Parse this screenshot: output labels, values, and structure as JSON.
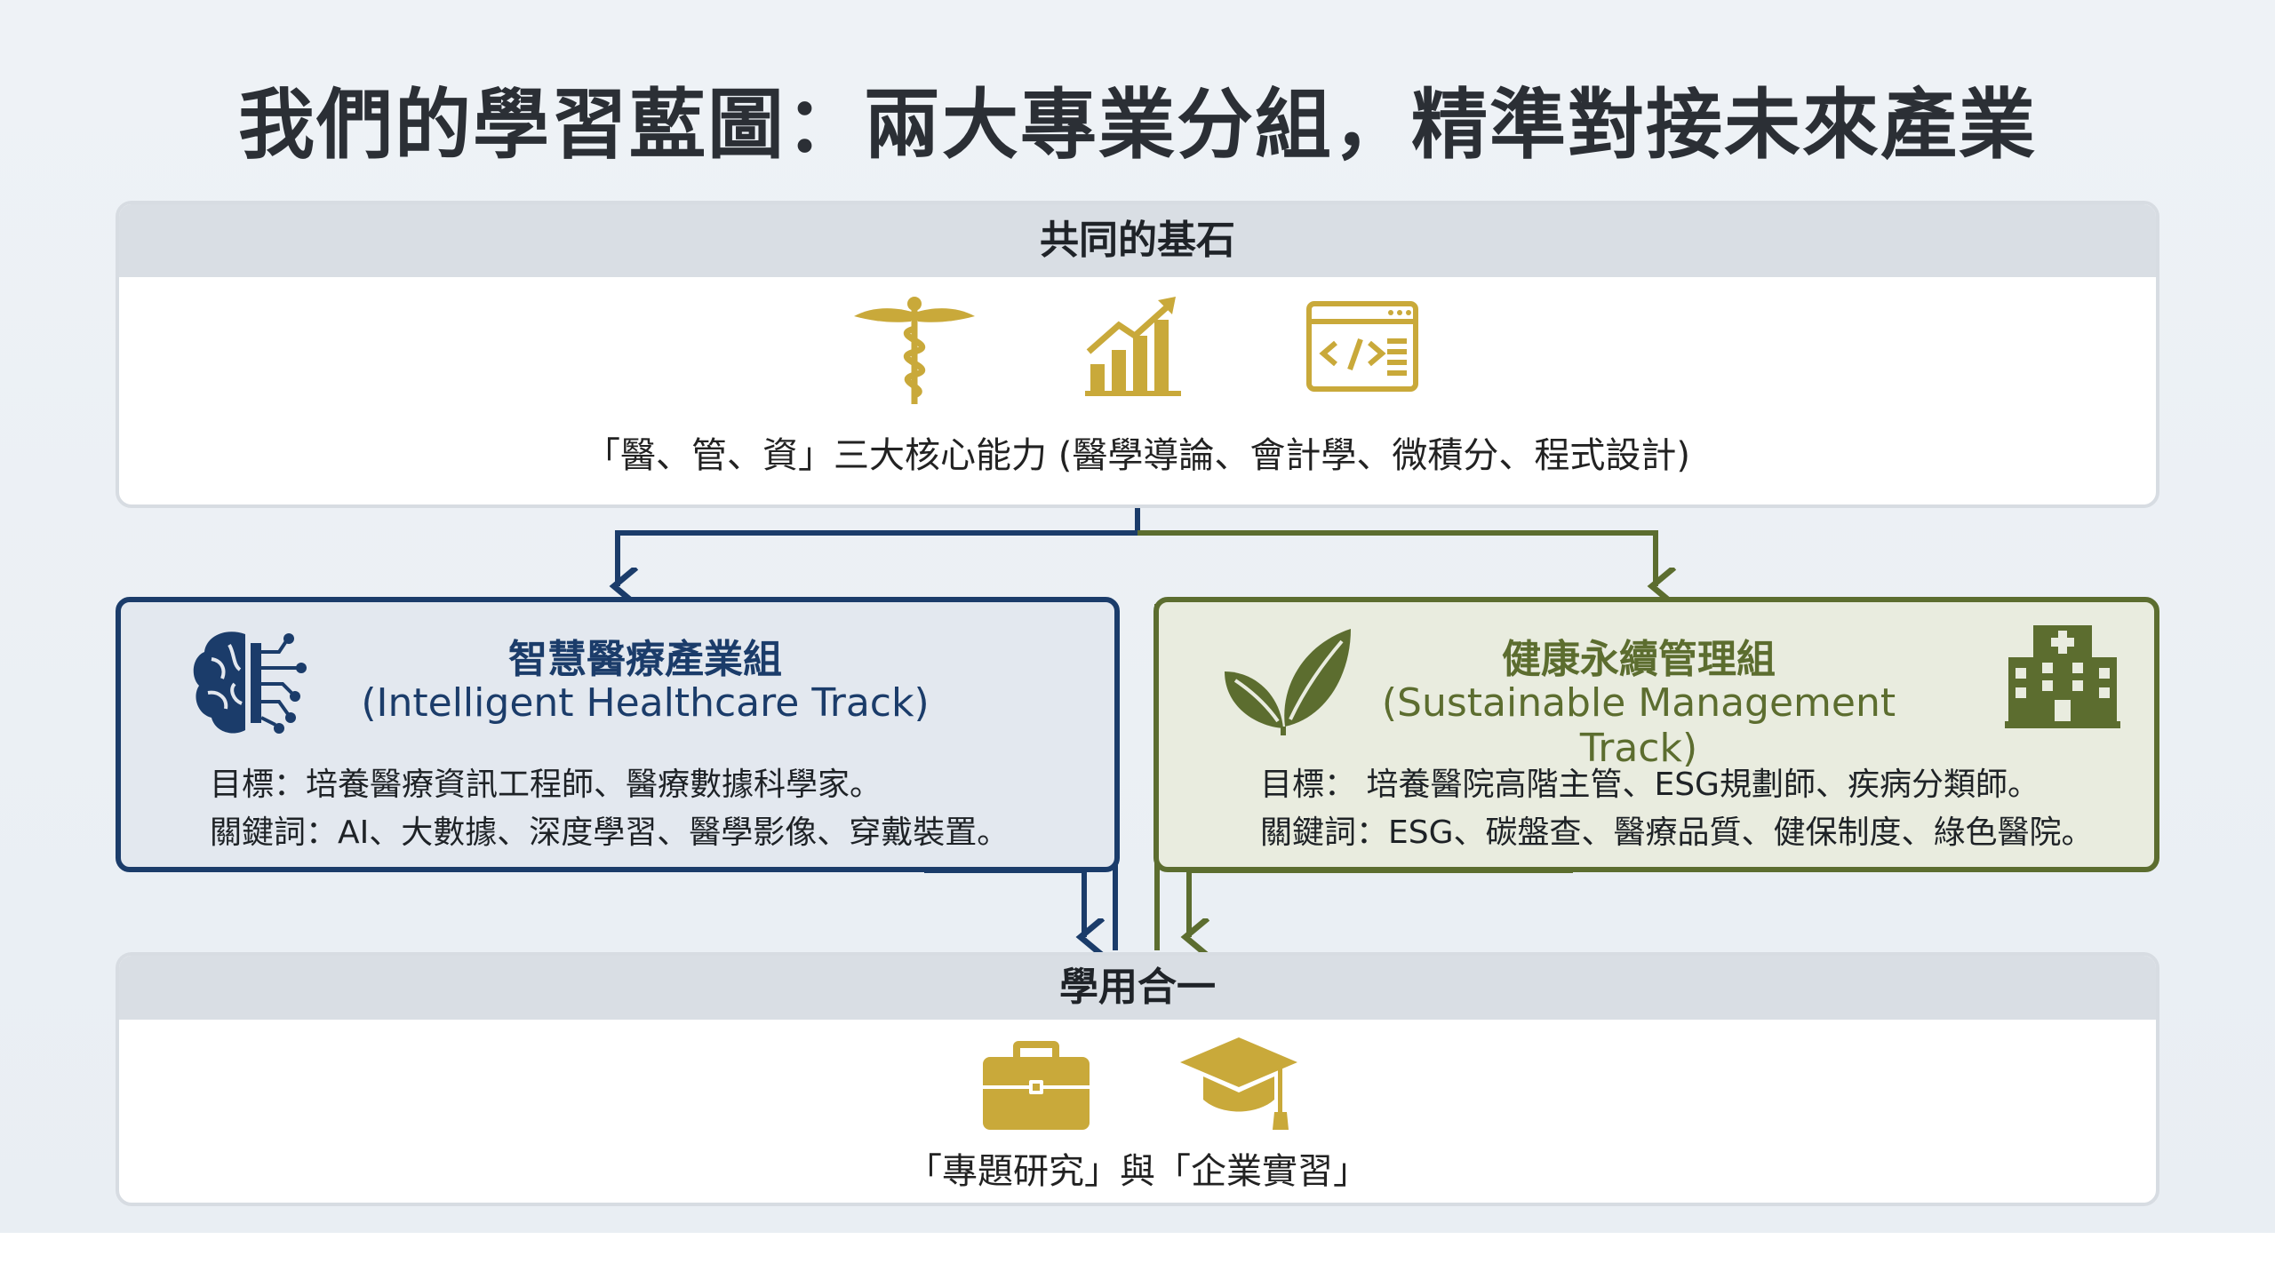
{
  "title": "我們的學習藍圖：兩大專業分組，精準對接未來產業",
  "foundation": {
    "header": "共同的基石",
    "icons": [
      "caduceus-icon",
      "growth-chart-icon",
      "code-window-icon"
    ],
    "text": "「醫、管、資」三大核心能力 (醫學導論、會計學、微積分、程式設計)"
  },
  "track_left": {
    "title": "智慧醫療產業組",
    "subtitle": "(Intelligent Healthcare Track)",
    "goal": "目標：培養醫療資訊工程師、醫療數據科學家。",
    "keywords": "關鍵詞：AI、大數據、深度學習、醫學影像、穿戴裝置。",
    "icon": "brain-circuit-icon",
    "color": "#1b3c6a"
  },
  "track_right": {
    "title": "健康永續管理組",
    "subtitle": "(Sustainable Management Track)",
    "goal": "目標： 培養醫院高階主管、ESG規劃師、疾病分類師。",
    "keywords": "關鍵詞：ESG、碳盤查、醫療品質、健保制度、綠色醫院。",
    "icons": [
      "leaf-icon",
      "hospital-icon"
    ],
    "color": "#5c6d2f"
  },
  "outcome": {
    "header": "學用合一",
    "icons": [
      "briefcase-icon",
      "graduation-cap-icon"
    ],
    "text": "「專題研究」與「企業實習」"
  },
  "colors": {
    "gold": "#c9a93a",
    "navy": "#1b3c6a",
    "olive": "#5c6d2f"
  }
}
